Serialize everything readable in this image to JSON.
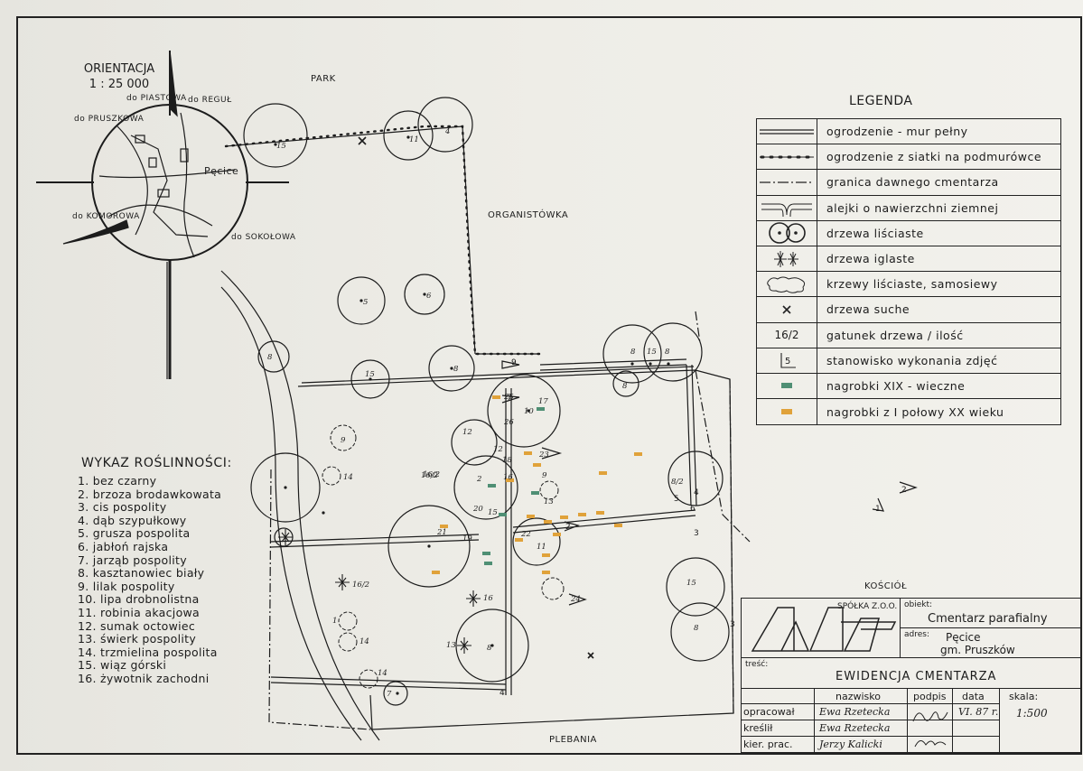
{
  "orientation": {
    "title": "ORIENTACJA",
    "scale": "1 : 25 000",
    "places": {
      "piastowa": "do PIASTOWA",
      "regul": "do REGUŁ",
      "pruszkow": "do PRUSZKOWA",
      "pecice": "Pęcice",
      "komorow": "do KOMOROWA",
      "sokolow": "do SOKOŁOWA"
    }
  },
  "site_labels": {
    "park": "PARK",
    "organistowka": "ORGANISTÓWKA",
    "kosciol": "KOŚCIÓŁ",
    "plebania": "PLEBANIA"
  },
  "plants": {
    "title": "WYKAZ ROŚLINNOŚCI:",
    "items": [
      "1. bez czarny",
      "2. brzoza brodawkowata",
      "3. cis pospolity",
      "4. dąb szypułkowy",
      "5. grusza pospolita",
      "6. jabłoń rajska",
      "7. jarząb pospolity",
      "8. kasztanowiec biały",
      "9. lilak pospolity",
      "10. lipa drobnolistna",
      "11. robinia akacjowa",
      "12. sumak octowiec",
      "13. świerk pospolity",
      "14. trzmielina pospolita",
      "15. wiąz górski",
      "16. żywotnik zachodni"
    ]
  },
  "legend": {
    "title": "LEGENDA",
    "items": [
      {
        "symbol": "wall-line",
        "text": "ogrodzenie - mur pełny"
      },
      {
        "symbol": "dotted-line",
        "text": "ogrodzenie z siatki na podmurówce"
      },
      {
        "symbol": "dashdot-line",
        "text": "granica dawnego cmentarza"
      },
      {
        "symbol": "path",
        "text": "alejki o nawierzchni ziemnej"
      },
      {
        "symbol": "deciduous",
        "text": "drzewa liściaste"
      },
      {
        "symbol": "conifer",
        "text": "drzewa iglaste"
      },
      {
        "symbol": "shrub",
        "text": "krzewy liściaste, samosiewy"
      },
      {
        "symbol": "dry-tree",
        "text": "drzewa suche"
      },
      {
        "symbol": "16/2",
        "text": "gatunek drzewa / ilość"
      },
      {
        "symbol": "photo-station",
        "text": "stanowisko wykonania zdjęć"
      },
      {
        "symbol": "grave-xix",
        "text": "nagrobki XIX - wieczne"
      },
      {
        "symbol": "grave-xx",
        "text": "nagrobki z I połowy XX wieku"
      }
    ],
    "colors": {
      "grave_xix": "#4f8f74",
      "grave_xx": "#e0a23a"
    }
  },
  "titleblock": {
    "company": "SPÓŁKA Z.O.O.",
    "logo": "AKANT",
    "obiekt_label": "obiekt:",
    "obiekt": "Cmentarz parafialny",
    "adres_label": "adres:",
    "adres_line1": "Pęcice",
    "adres_line2": "gm. Pruszków",
    "tresc_label": "treść:",
    "tresc": "EWIDENCJA CMENTARZA",
    "headers": {
      "nazwisko": "nazwisko",
      "podpis": "podpis",
      "data": "data",
      "skala": "skala:"
    },
    "rows": [
      {
        "role": "opracował",
        "name": "Ewa Rzetecka",
        "date": "VI. 87 r."
      },
      {
        "role": "kreślił",
        "name": "Ewa Rzetecka",
        "date": ""
      },
      {
        "role": "kier. prac.",
        "name": "Jerzy Kalicki",
        "date": ""
      }
    ],
    "scale": "1:500"
  },
  "tree_labels": [
    "15",
    "11",
    "4",
    "5",
    "6",
    "8",
    "15",
    "8",
    "8",
    "15",
    "8",
    "8",
    "9",
    "14",
    "16/2",
    "12",
    "10",
    "17",
    "26",
    "25",
    "23",
    "9",
    "16/2",
    "2",
    "18",
    "16",
    "15",
    "20",
    "13",
    "12",
    "21",
    "19",
    "22",
    "11",
    "24",
    "16",
    "16/2",
    "1",
    "14",
    "13",
    "8",
    "14",
    "7",
    "8/2",
    "15",
    "8",
    "5",
    "6",
    "3",
    "2",
    "1",
    "2",
    "3",
    "4",
    "7",
    "9",
    "4"
  ]
}
